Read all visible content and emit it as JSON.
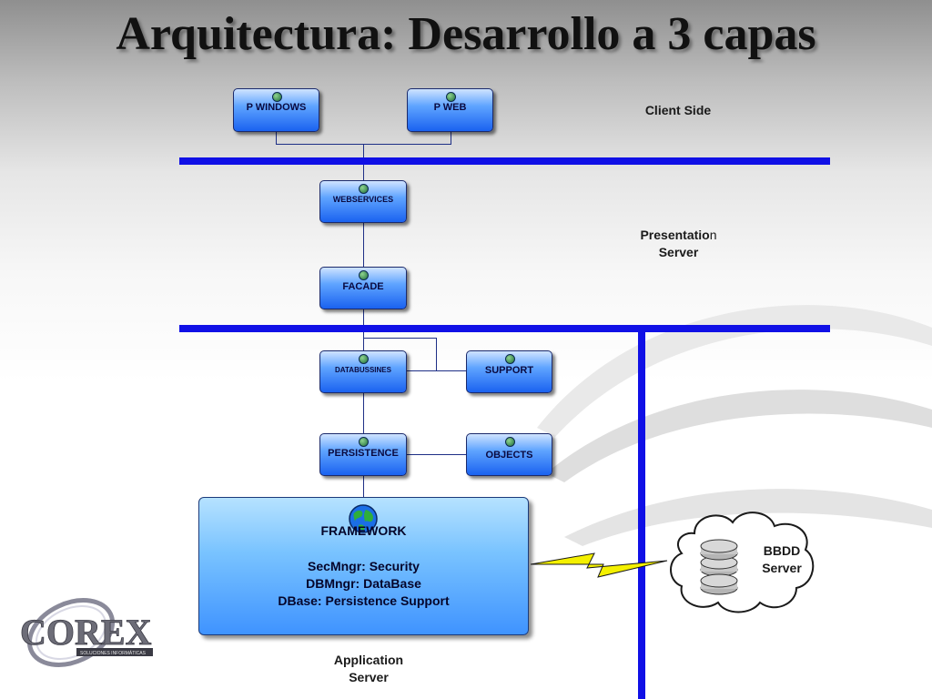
{
  "title": "Arquitectura: Desarrollo a 3 capas",
  "labels": {
    "client_side": "Client Side",
    "presentation_server": "Presentation Server",
    "presentation_line1": "Presentatio",
    "presentation_line1_tail": "n",
    "presentation_line2": "Server",
    "application_line1": "Application",
    "application_line2": "Server",
    "bbdd_line1": "BBDD",
    "bbdd_line2": "Server"
  },
  "nodes": {
    "p_windows": "P WINDOWS",
    "p_web": "P WEB",
    "webservices": "WEBSERVICES",
    "facade": "FACADE",
    "databussines": "DATABUSSINES",
    "support": "SUPPORT",
    "persistence": "PERSISTENCE",
    "objects": "OBJECTS"
  },
  "framework": {
    "title": "FRAMEWORK",
    "lines": [
      "SecMngr: Security",
      "DBMngr: DataBase",
      "DBase: Persistence Support"
    ]
  },
  "logo": {
    "text": "COREX",
    "tagline": "SOLUCIONES INFORMÁTICAS"
  },
  "colors": {
    "bus": "#1010e6",
    "node_blue": "#1a62f0",
    "lightning": "#f4f000"
  }
}
